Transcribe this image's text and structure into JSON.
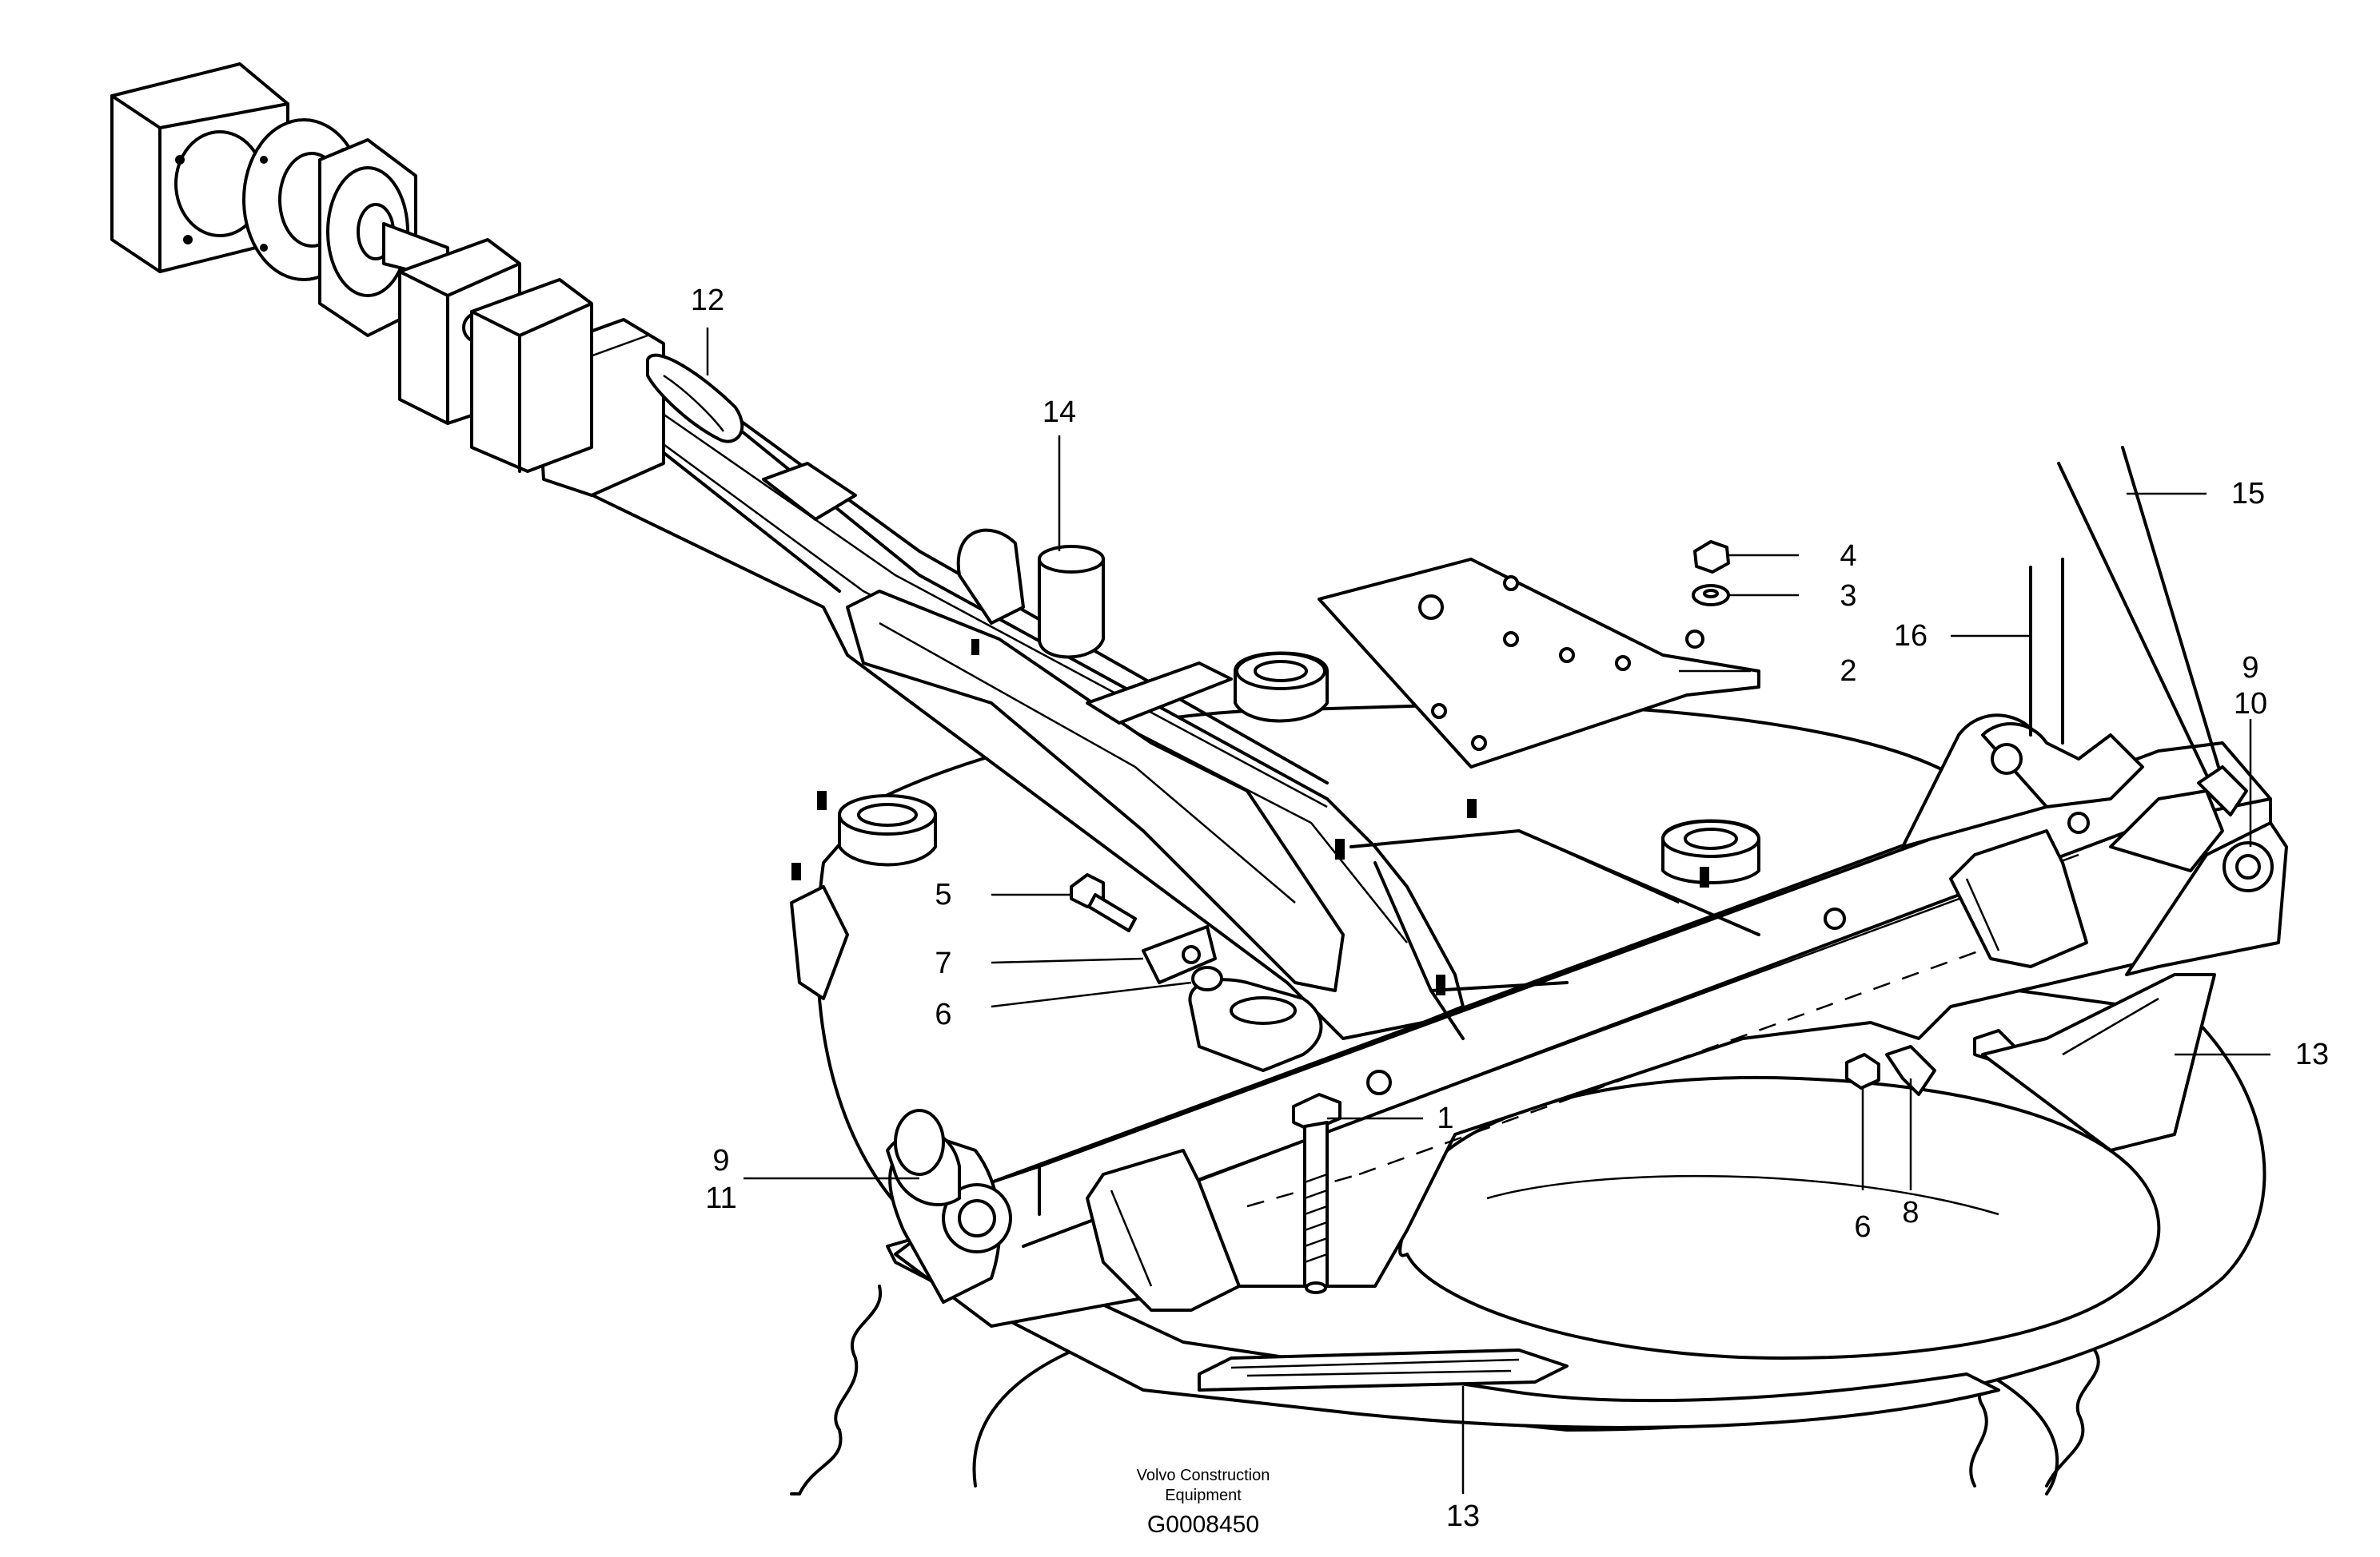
{
  "callouts": {
    "c1": "1",
    "c2": "2",
    "c3": "3",
    "c4": "4",
    "c5": "5",
    "c6a": "6",
    "c6b": "6",
    "c7": "7",
    "c8": "8",
    "c9a": "9",
    "c9b": "9",
    "c10": "10",
    "c11": "11",
    "c12": "12",
    "c13a": "13",
    "c13b": "13",
    "c14": "14",
    "c15": "15",
    "c16": "16"
  },
  "caption": {
    "line1": "Volvo Construction",
    "line2": "Equipment",
    "drawing_number": "G0008450"
  }
}
